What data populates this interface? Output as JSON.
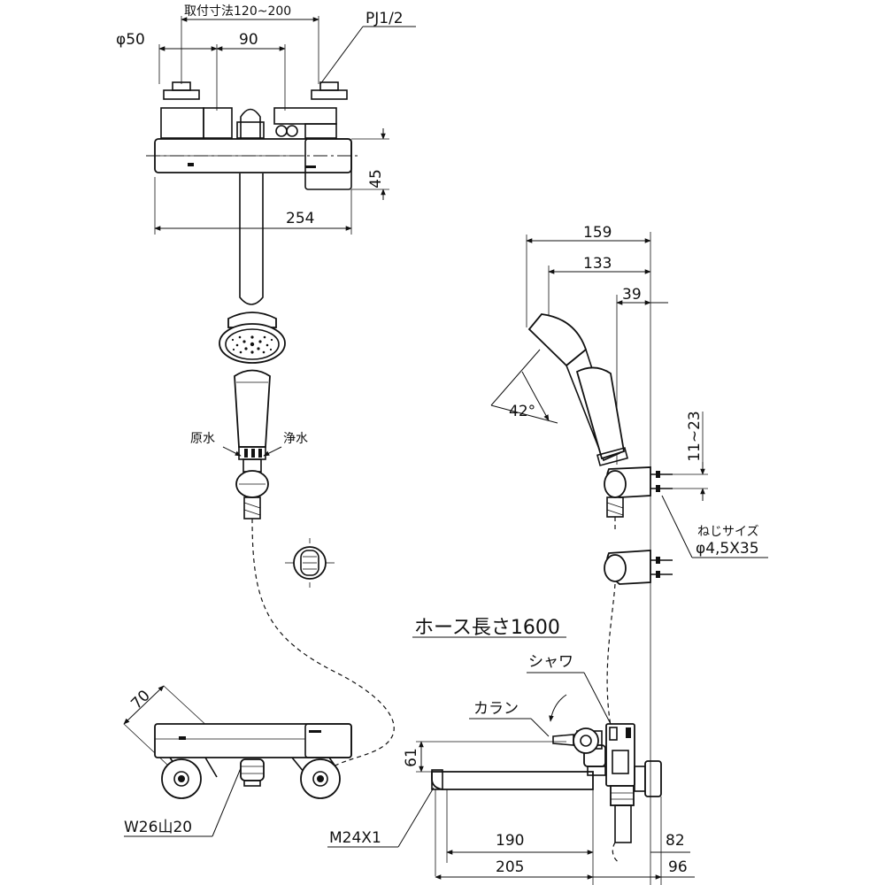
{
  "labels": {
    "mount_dim": "取付寸法120~200",
    "pj": "PJ1/2",
    "phi50": "φ50",
    "d90": "90",
    "d45": "45",
    "d254": "254",
    "raw_water": "原水",
    "clean_water": "浄水",
    "d159": "159",
    "d133": "133",
    "d39": "39",
    "angle": "42°",
    "d11_23": "11~23",
    "screw_title": "ねじサイズ",
    "screw_size": "φ4,5X35",
    "hose": "ホース長さ1600",
    "shower": "シャワ",
    "karan": "カラン",
    "d70": "70",
    "w26": "W26山20",
    "d61": "61",
    "m24": "M24X1",
    "d190": "190",
    "d205": "205",
    "d82": "82",
    "d96": "96"
  }
}
